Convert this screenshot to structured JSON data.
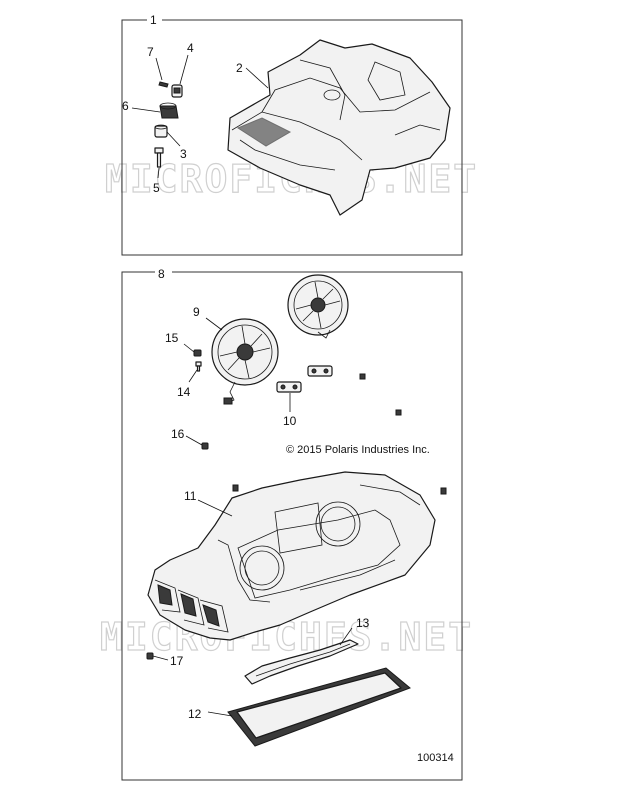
{
  "watermark": "MICROFICHES.NET",
  "copyright": "© 2015 Polaris Industries Inc.",
  "document_number": "100314",
  "callouts": {
    "c1": "1",
    "c2": "2",
    "c3": "3",
    "c4": "4",
    "c5": "5",
    "c6": "6",
    "c7": "7",
    "c8": "8",
    "c9": "9",
    "c10": "10",
    "c11": "11",
    "c12": "12",
    "c13": "13",
    "c14": "14",
    "c15": "15",
    "c16": "16",
    "c17": "17"
  }
}
